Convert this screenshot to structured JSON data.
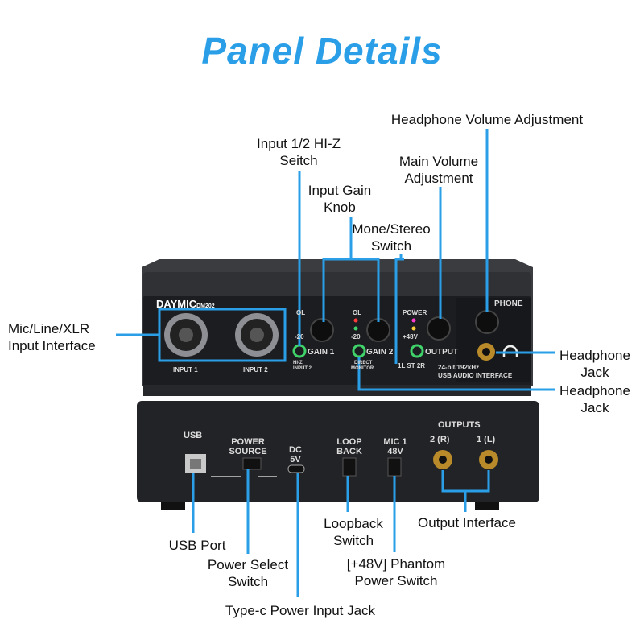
{
  "title": "Panel Details",
  "colors": {
    "accent": "#2a9fe8",
    "callout": "#2a9fe8",
    "device": "#2b2d31"
  },
  "labels": {
    "headphone_volume": "Headphone Volume Adjustment",
    "hiz_line1": "Input 1/2 HI-Z",
    "hiz_line2": "Seitch",
    "main_volume_line1": "Main Volume",
    "main_volume_line2": "Adjustment",
    "input_gain_line1": "Input Gain",
    "input_gain_line2": "Knob",
    "mono_stereo_line1": "Mone/Stereo",
    "mono_stereo_line2": "Switch",
    "mic_line1": "Mic/Line/XLR",
    "mic_line2": "Input Interface",
    "headphone_jack1_line1": "Headphone",
    "headphone_jack1_line2": "Jack",
    "headphone_jack2_line1": "Headphone",
    "headphone_jack2_line2": "Jack",
    "usb_port": "USB Port",
    "power_select_line1": "Power Select",
    "power_select_line2": "Switch",
    "typec": "Type-c Power Input Jack",
    "loopback_line1": "Loopback",
    "loopback_line2": "Switch",
    "phantom_line1": "[+48V] Phantom",
    "phantom_line2": "Power Switch",
    "output_interface": "Output Interface"
  },
  "front_panel": {
    "brand": "DAYMIC",
    "model": "DM202",
    "input1": "INPUT 1",
    "input2": "INPUT 2",
    "ol1": "OL",
    "ol2": "OL",
    "minus20a": "-20",
    "minus20b": "-20",
    "gain1": "GAIN 1",
    "gain2": "GAIN 2",
    "hiz": "HI-Z",
    "hiz_input": "INPUT 2",
    "direct": "DIRECT",
    "monitor": "MONITOR",
    "power": "POWER",
    "v48": "+48V",
    "output": "OUTPUT",
    "phone": "PHONE",
    "lst": "1L ST 2R",
    "spec": "24-bit/192kHz",
    "usb_audio": "USB AUDIO INTERFACE"
  },
  "back_panel": {
    "usb": "USB",
    "power_source_line1": "POWER",
    "power_source_line2": "SOURCE",
    "dc_line1": "DC",
    "dc_line2": "5V",
    "loop_line1": "LOOP",
    "loop_line2": "BACK",
    "mic48_line1": "MIC 1",
    "mic48_line2": "48V",
    "outputs": "OUTPUTS",
    "out2": "2 (R)",
    "out1": "1 (L)"
  }
}
